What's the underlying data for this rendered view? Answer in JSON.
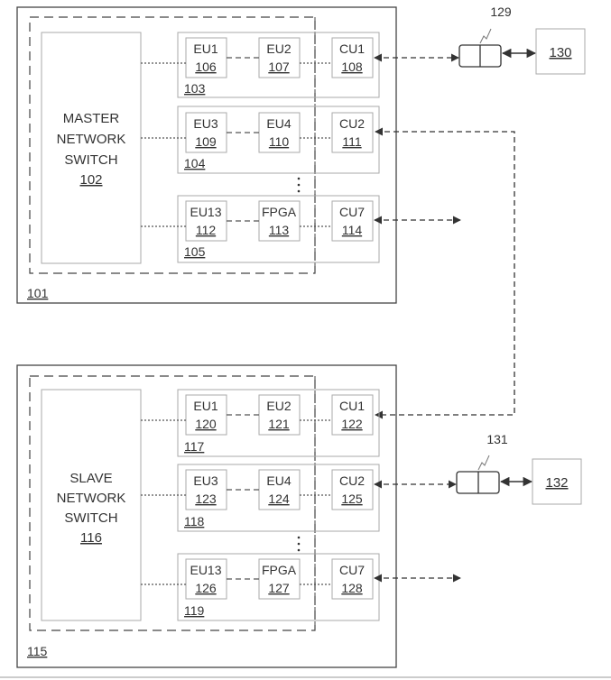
{
  "system1": {
    "id": "101",
    "switch": {
      "line1": "MASTER",
      "line2": "NETWORK",
      "line3": "SWITCH",
      "id": "102"
    },
    "rows": [
      {
        "id": "103",
        "u1": {
          "name": "EU1",
          "id": "106"
        },
        "u2": {
          "name": "EU2",
          "id": "107"
        },
        "u3": {
          "name": "CU1",
          "id": "108"
        }
      },
      {
        "id": "104",
        "u1": {
          "name": "EU3",
          "id": "109"
        },
        "u2": {
          "name": "EU4",
          "id": "110"
        },
        "u3": {
          "name": "CU2",
          "id": "111"
        }
      },
      {
        "id": "105",
        "u1": {
          "name": "EU13",
          "id": "112"
        },
        "u2": {
          "name": "FPGA",
          "id": "113"
        },
        "u3": {
          "name": "CU7",
          "id": "114"
        }
      }
    ],
    "connector_id": "129",
    "device_id": "130"
  },
  "system2": {
    "id": "115",
    "switch": {
      "line1": "SLAVE",
      "line2": "NETWORK",
      "line3": "SWITCH",
      "id": "116"
    },
    "rows": [
      {
        "id": "117",
        "u1": {
          "name": "EU1",
          "id": "120"
        },
        "u2": {
          "name": "EU2",
          "id": "121"
        },
        "u3": {
          "name": "CU1",
          "id": "122"
        }
      },
      {
        "id": "118",
        "u1": {
          "name": "EU3",
          "id": "123"
        },
        "u2": {
          "name": "EU4",
          "id": "124"
        },
        "u3": {
          "name": "CU2",
          "id": "125"
        }
      },
      {
        "id": "119",
        "u1": {
          "name": "EU13",
          "id": "126"
        },
        "u2": {
          "name": "FPGA",
          "id": "127"
        },
        "u3": {
          "name": "CU7",
          "id": "128"
        }
      }
    ],
    "connector_id": "131",
    "device_id": "132"
  },
  "colors": {
    "stroke": "#555555",
    "box_stroke": "#aaaaaa",
    "text": "#333333"
  }
}
